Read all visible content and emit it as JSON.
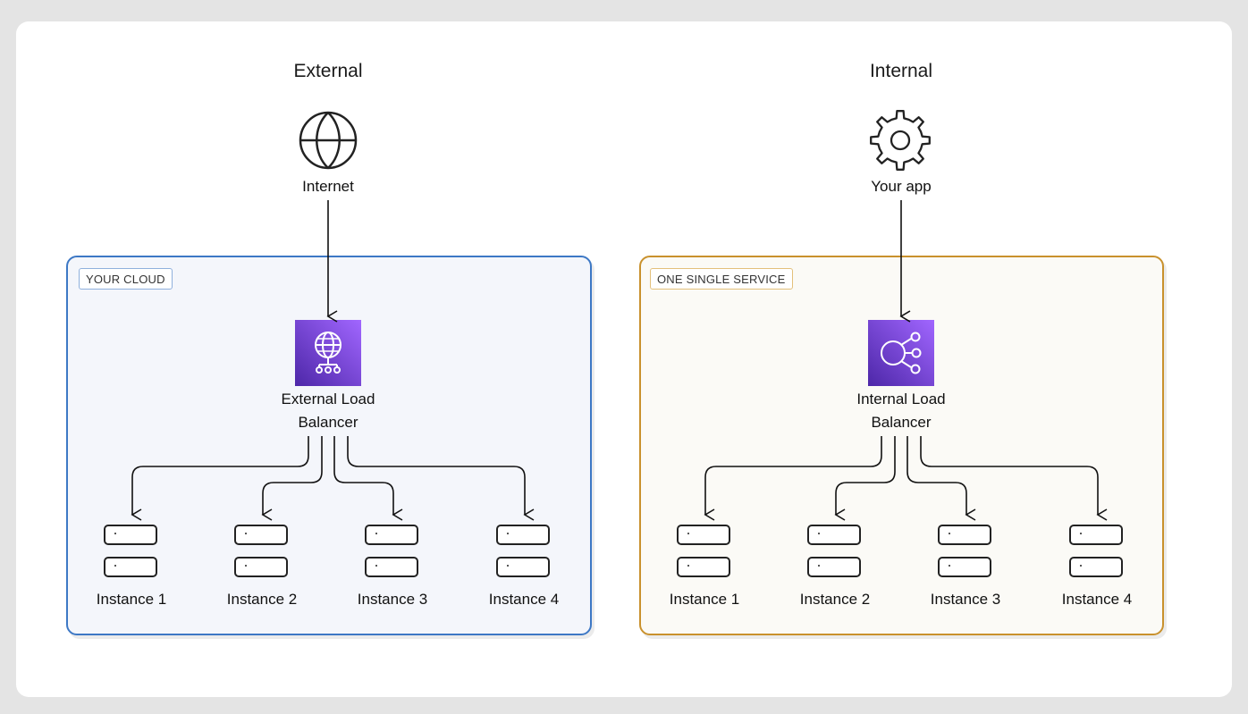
{
  "external": {
    "heading": "External",
    "source_label": "Internet",
    "source_icon": "globe-icon",
    "group_tag": "YOUR CLOUD",
    "group_color": "#3d78c5",
    "lb_label_line1": "External Load",
    "lb_label_line2": "Balancer",
    "lb_icon": "elb-globe-icon",
    "instances": [
      "Instance 1",
      "Instance 2",
      "Instance 3",
      "Instance 4"
    ]
  },
  "internal": {
    "heading": "Internal",
    "source_label": "Your app",
    "source_icon": "gear-icon",
    "group_tag": "ONE SINGLE SERVICE",
    "group_color": "#c9912d",
    "lb_label_line1": "Internal Load",
    "lb_label_line2": "Balancer",
    "lb_icon": "elb-network-icon",
    "instances": [
      "Instance 1",
      "Instance 2",
      "Instance 3",
      "Instance 4"
    ]
  }
}
